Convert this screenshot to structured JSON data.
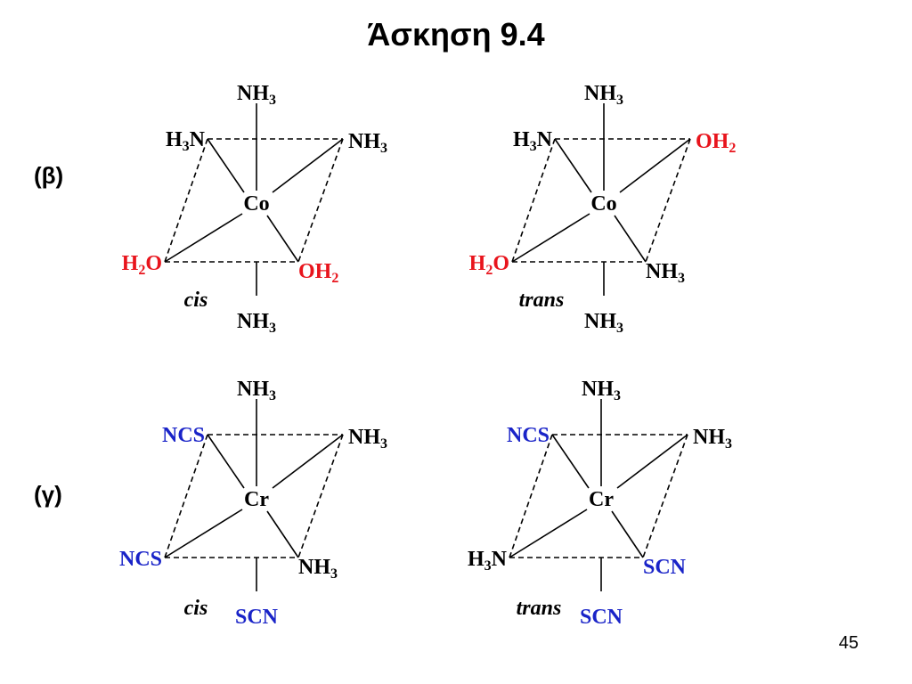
{
  "title": "Άσκηση 9.4",
  "page_number": "45",
  "colors": {
    "black": "#000000",
    "red": "#e8141c",
    "blue": "#1a24c8"
  },
  "parts": [
    {
      "label": "(β)",
      "complexes": [
        {
          "center": "Co",
          "isomer_label": "cis",
          "ligands": {
            "top": {
              "text": "NH3",
              "color": "black"
            },
            "back_left": {
              "text": "H3N",
              "color": "black"
            },
            "back_right": {
              "text": "NH3",
              "color": "black"
            },
            "front_left": {
              "text": "H2O",
              "color": "red"
            },
            "front_right": {
              "text": "OH2",
              "color": "red"
            },
            "bottom": {
              "text": "NH3",
              "color": "black"
            }
          }
        },
        {
          "center": "Co",
          "isomer_label": "trans",
          "ligands": {
            "top": {
              "text": "NH3",
              "color": "black"
            },
            "back_left": {
              "text": "H3N",
              "color": "black"
            },
            "back_right": {
              "text": "OH2",
              "color": "red"
            },
            "front_left": {
              "text": "H2O",
              "color": "red"
            },
            "front_right": {
              "text": "NH3",
              "color": "black"
            },
            "bottom": {
              "text": "NH3",
              "color": "black"
            }
          }
        }
      ]
    },
    {
      "label": "(γ)",
      "complexes": [
        {
          "center": "Cr",
          "isomer_label": "cis",
          "ligands": {
            "top": {
              "text": "NH3",
              "color": "black"
            },
            "back_left": {
              "text": "NCS",
              "color": "blue"
            },
            "back_right": {
              "text": "NH3",
              "color": "black"
            },
            "front_left": {
              "text": "NCS",
              "color": "blue"
            },
            "front_right": {
              "text": "NH3",
              "color": "black"
            },
            "bottom": {
              "text": "SCN",
              "color": "blue"
            }
          }
        },
        {
          "center": "Cr",
          "isomer_label": "trans",
          "ligands": {
            "top": {
              "text": "NH3",
              "color": "black"
            },
            "back_left": {
              "text": "NCS",
              "color": "blue"
            },
            "back_right": {
              "text": "NH3",
              "color": "black"
            },
            "front_left": {
              "text": "H3N",
              "color": "black"
            },
            "front_right": {
              "text": "SCN",
              "color": "blue"
            },
            "bottom": {
              "text": "SCN",
              "color": "blue"
            }
          }
        }
      ]
    }
  ]
}
